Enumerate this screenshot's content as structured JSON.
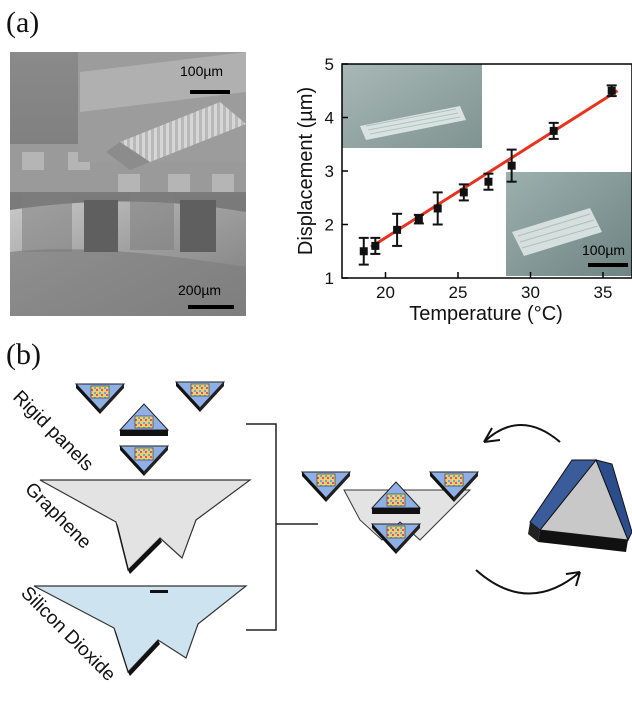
{
  "panel_a": {
    "label": "(a)",
    "sem": {
      "scale_top": "100µm",
      "scale_bottom": "200µm"
    }
  },
  "panel_b": {
    "label": "(b)",
    "layers": {
      "rigid": "Rigid panels",
      "graphene": "Graphene",
      "oxide": "Silicon Dioxide"
    }
  },
  "chart_data": {
    "type": "scatter",
    "xlabel": "Temperature (°C)",
    "ylabel": "Displacement (µm)",
    "xlim": [
      17,
      37
    ],
    "ylim": [
      1,
      5
    ],
    "xticks": [
      20,
      25,
      30,
      35
    ],
    "yticks": [
      1,
      2,
      3,
      4,
      5
    ],
    "inset_scale": "100µm",
    "series": [
      {
        "x": [
          18.5,
          19.3,
          20.8,
          22.3,
          23.6,
          25.4,
          27.1,
          28.7,
          31.6,
          35.6
        ],
        "y": [
          1.5,
          1.6,
          1.9,
          2.1,
          2.3,
          2.6,
          2.8,
          3.1,
          3.75,
          4.5
        ],
        "err": [
          0.25,
          0.15,
          0.3,
          0.08,
          0.3,
          0.15,
          0.15,
          0.3,
          0.15,
          0.1
        ],
        "color": "#111111"
      }
    ],
    "fit": {
      "x": [
        19,
        36
      ],
      "y": [
        1.58,
        4.5
      ],
      "color": "#e8321e"
    }
  }
}
